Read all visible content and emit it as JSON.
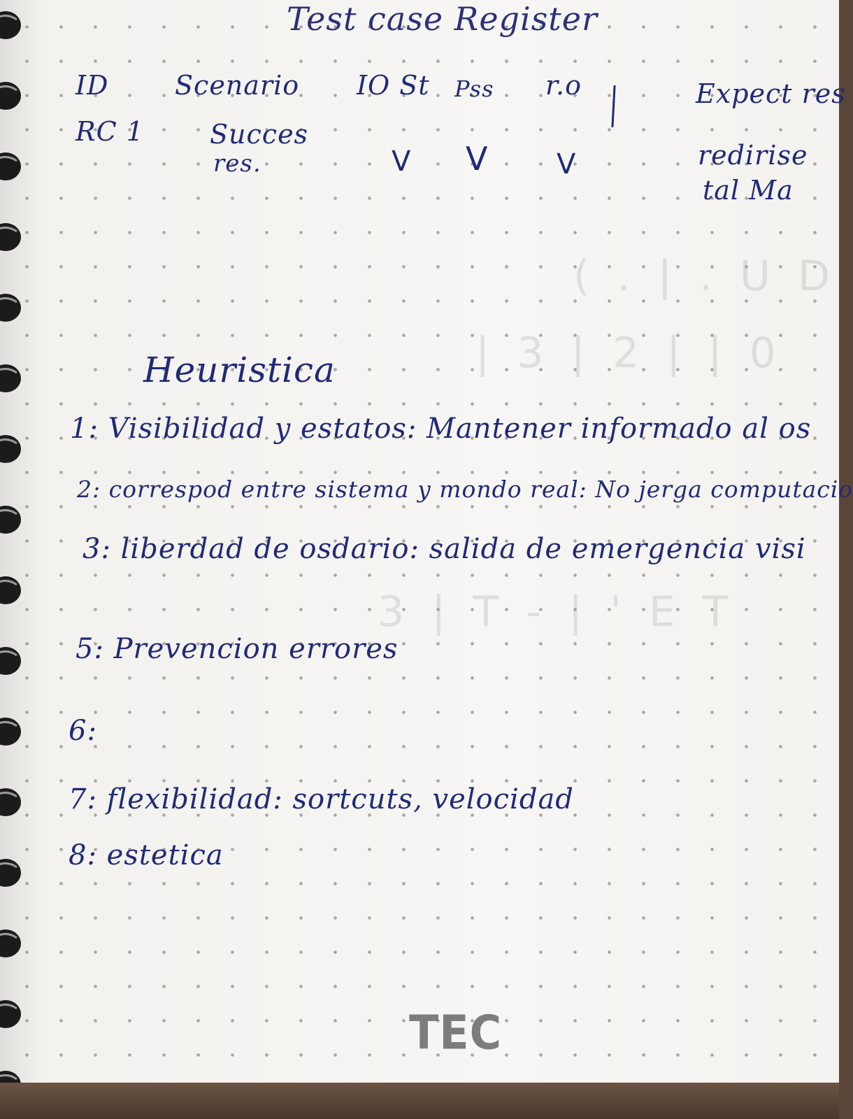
{
  "title": "Test case Register",
  "table": {
    "headers": [
      "ID",
      "Scenario",
      "IO St",
      "Pss",
      "r.o",
      "Expect res"
    ],
    "row": {
      "id": "RC 1",
      "scenario_line1": "Succes",
      "scenario_line2": "res.",
      "checks": [
        "V",
        "V",
        "V"
      ],
      "expected_line1": "redirise",
      "expected_line2": "tal Ma"
    }
  },
  "heuristics": {
    "heading": "Heuristica",
    "items": [
      "1: Visibilidad y estatos: Mantener informado al os",
      "2: correspod entre sistema y mondo real: No jerga computacio",
      "3: liberdad de osdario: salida de emergencia visi",
      "5: Prevencion errores",
      "6:",
      "7: flexibilidad: sortcuts, velocidad",
      "8: estetica"
    ]
  },
  "logo_text": "TEC",
  "colors": {
    "ink": "#1f2a78",
    "paper": "#f3f1ee",
    "dots": "#a9a6a2",
    "logo": "#7c7c7c",
    "table": "#5a4638"
  }
}
